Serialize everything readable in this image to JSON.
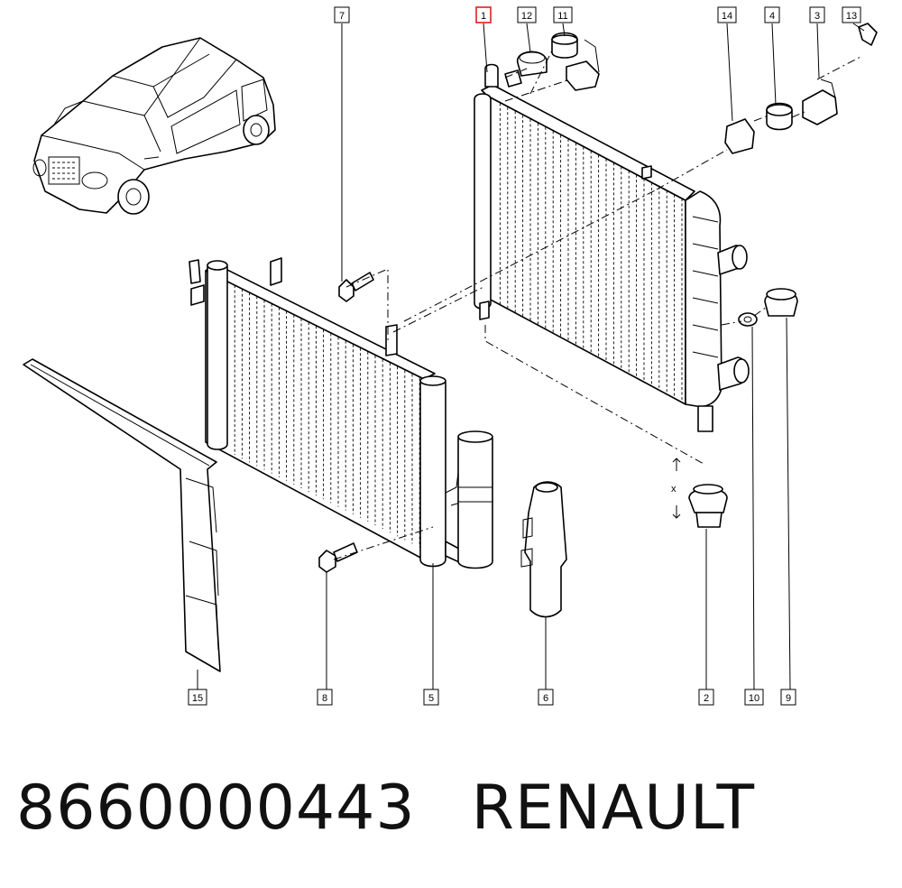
{
  "diagram": {
    "callouts": [
      {
        "label": "7",
        "highlight": false
      },
      {
        "label": "1",
        "highlight": true
      },
      {
        "label": "12",
        "highlight": false
      },
      {
        "label": "11",
        "highlight": false
      },
      {
        "label": "14",
        "highlight": false
      },
      {
        "label": "4",
        "highlight": false
      },
      {
        "label": "3",
        "highlight": false
      },
      {
        "label": "13",
        "highlight": false
      },
      {
        "label": "15",
        "highlight": false
      },
      {
        "label": "8",
        "highlight": false
      },
      {
        "label": "5",
        "highlight": false
      },
      {
        "label": "6",
        "highlight": false
      },
      {
        "label": "2",
        "highlight": false
      },
      {
        "label": "10",
        "highlight": false
      },
      {
        "label": "9",
        "highlight": false
      }
    ],
    "dimension_mark": "x"
  },
  "footer": {
    "part_number": "8660000443",
    "brand": "RENAULT"
  }
}
